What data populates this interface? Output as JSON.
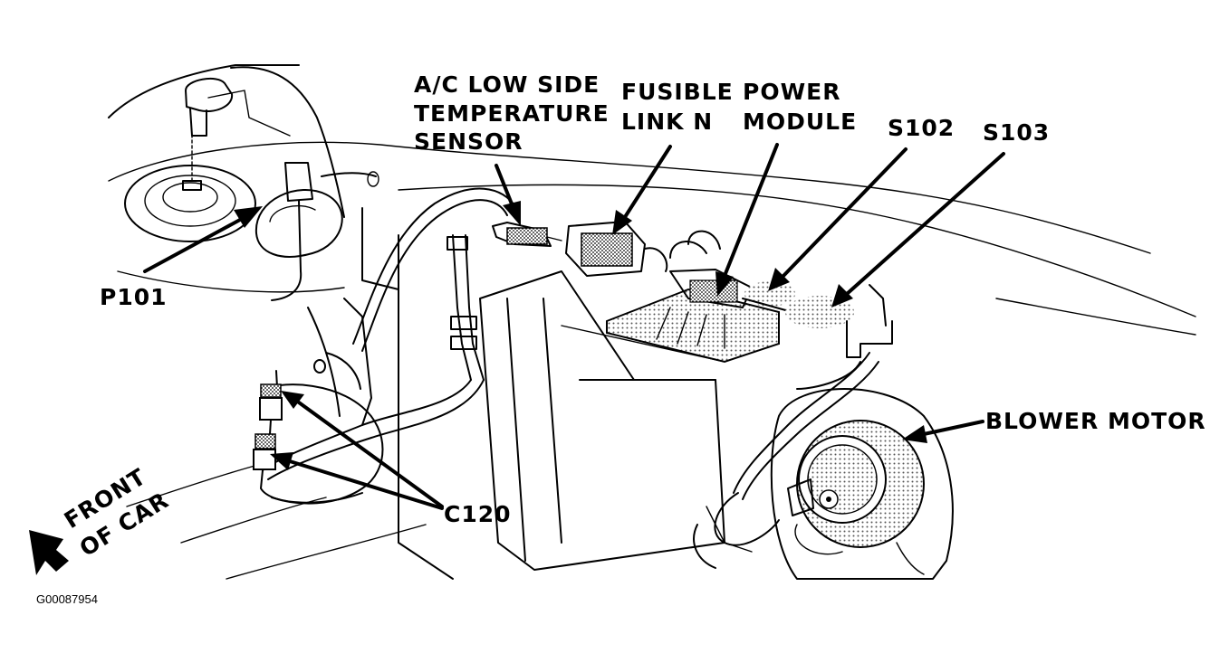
{
  "labels": {
    "ac_sensor": [
      "A/C LOW SIDE",
      "TEMPERATURE",
      "SENSOR"
    ],
    "fusible_link": [
      "FUSIBLE",
      "LINK N"
    ],
    "power_module": [
      "POWER",
      "MODULE"
    ],
    "s102": "S102",
    "s103": "S103",
    "p101": "P101",
    "blower_motor": "BLOWER MOTOR",
    "c120": "C120",
    "front_of_car": [
      "FRONT",
      "OF CAR"
    ]
  },
  "figure_code": "G00087954",
  "colors": {
    "ink": "#000000",
    "paper": "#ffffff",
    "shade": "#c8c8c8"
  }
}
